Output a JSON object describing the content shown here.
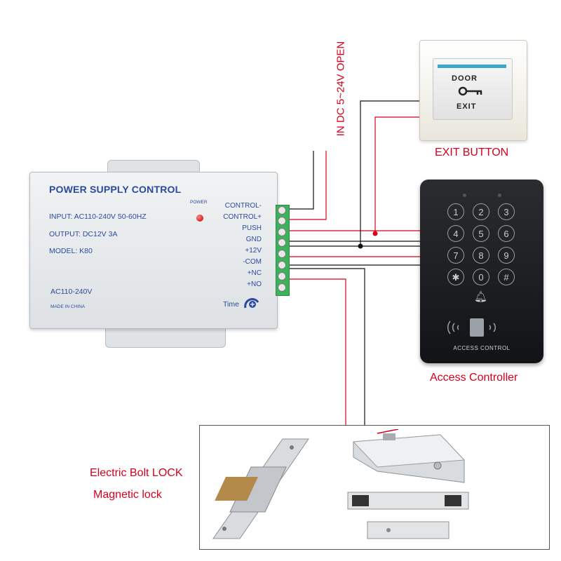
{
  "power_supply": {
    "title": "POWER SUPPLY CONTROL",
    "input": "INPUT: AC110-240V  50-60HZ",
    "output": "OUTPUT:  DC12V   3A",
    "model": "MODEL:  K80",
    "ac_label": "AC110-240V",
    "made_in": "MADE IN CHINA",
    "power_label": "POWER",
    "time_label": "Time",
    "terminals": [
      "CONTROL-",
      "CONTROL+",
      "PUSH",
      "GND",
      "+12V",
      "-COM",
      "+NC",
      "+NO"
    ]
  },
  "exit_button": {
    "top_text": "DOOR",
    "bottom_text": "EXIT",
    "icon": "key-icon",
    "caption": "EXIT BUTTON"
  },
  "access_controller": {
    "keys": [
      "1",
      "2",
      "3",
      "4",
      "5",
      "6",
      "7",
      "8",
      "9",
      "✱",
      "0",
      "#"
    ],
    "panel_label": "ACCESS CONTROL",
    "caption": "Access Controller",
    "icons": [
      "bell-icon",
      "rfid-card-icon"
    ]
  },
  "power_input_label": "IN DC 5~24V  OPEN",
  "locks": {
    "caption_line1": "Electric Bolt LOCK",
    "caption_line2": "Magnetic lock"
  },
  "colors": {
    "accent_red": "#d6001c",
    "label_blue": "#2a4aa0",
    "terminal_green": "#3cb35a",
    "wire_black": "#111111"
  }
}
